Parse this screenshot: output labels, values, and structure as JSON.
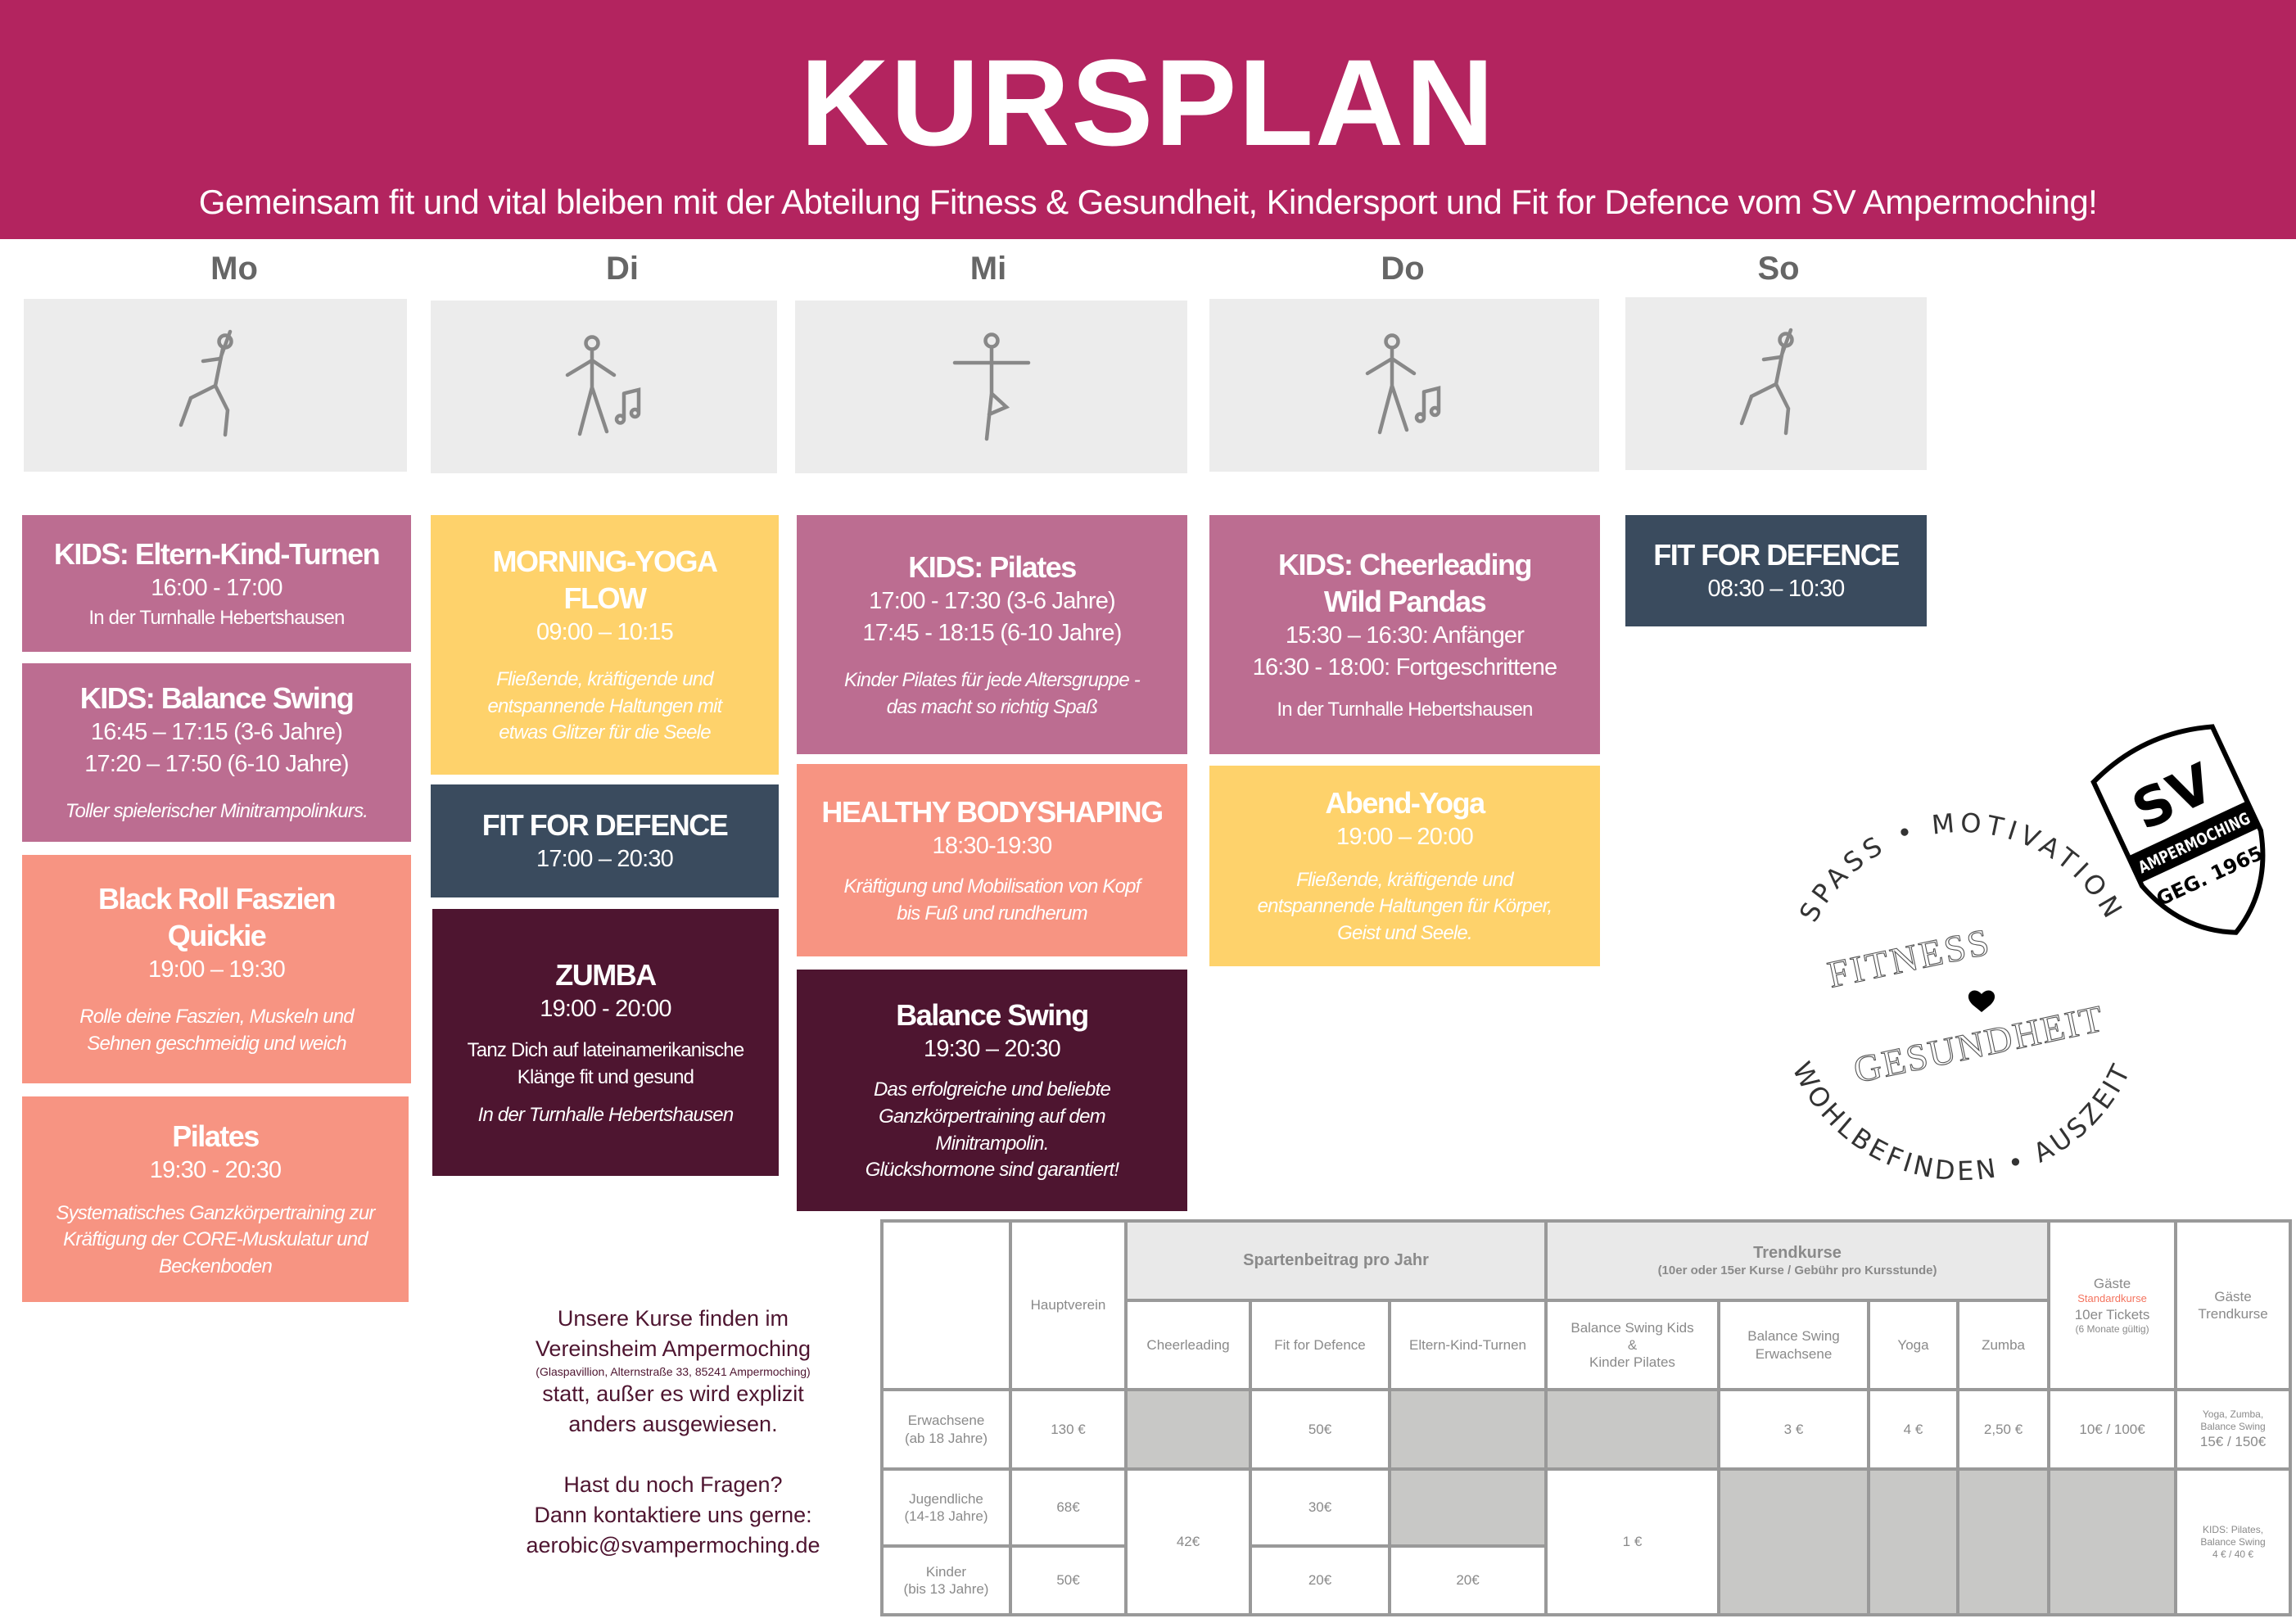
{
  "header": {
    "title": "KURSPLAN",
    "subtitle": "Gemeinsam fit und vital bleiben mit der Abteilung Fitness & Gesundheit, Kindersport und Fit for Defence vom SV Ampermoching!"
  },
  "days": [
    "Mo",
    "Di",
    "Mi",
    "Do",
    "So"
  ],
  "cards": {
    "mo1": {
      "title": "KIDS: Eltern-Kind-Turnen",
      "time": "16:00 - 17:00",
      "loc": "In der Turnhalle Hebertshausen"
    },
    "mo2": {
      "title": "KIDS: Balance Swing",
      "time1": "16:45 – 17:15 (3-6 Jahre)",
      "time2": "17:20 – 17:50 (6-10 Jahre)",
      "desc": "Toller spielerischer Minitrampolinkurs."
    },
    "mo3": {
      "title1": "Black Roll Faszien",
      "title2": "Quickie",
      "time": "19:00 – 19:30",
      "desc1": "Rolle deine Faszien, Muskeln und",
      "desc2": "Sehnen geschmeidig und weich"
    },
    "mo4": {
      "title": "Pilates",
      "time": "19:30 - 20:30",
      "desc1": "Systematisches Ganzkörpertraining zur",
      "desc2": "Kräftigung der CORE-Muskulatur und",
      "desc3": "Beckenboden"
    },
    "di1": {
      "title1": "MORNING-YOGA",
      "title2": "FLOW",
      "time": "09:00 – 10:15",
      "desc1": "Fließende, kräftigende und",
      "desc2": "entspannende Haltungen mit",
      "desc3": "etwas Glitzer für die Seele"
    },
    "di2": {
      "title": "FIT FOR DEFENCE",
      "time": "17:00 – 20:30"
    },
    "di3": {
      "title": "ZUMBA",
      "time": "19:00 - 20:00",
      "info1": "Tanz Dich auf lateinamerikanische",
      "info2": "Klänge fit und gesund",
      "desc": "In der Turnhalle Hebertshausen"
    },
    "mi1": {
      "title": "KIDS: Pilates",
      "time1": "17:00 - 17:30 (3-6 Jahre)",
      "time2": "17:45 - 18:15 (6-10 Jahre)",
      "desc1": "Kinder Pilates für jede Altersgruppe -",
      "desc2": "das macht so richtig Spaß"
    },
    "mi2": {
      "title": "HEALTHY BODYSHAPING",
      "time": "18:30-19:30",
      "desc1": "Kräftigung und Mobilisation von Kopf",
      "desc2": "bis Fuß und rundherum"
    },
    "mi3": {
      "title": "Balance Swing",
      "time": "19:30 – 20:30",
      "desc1": "Das erfolgreiche und beliebte",
      "desc2": "Ganzkörpertraining auf dem",
      "desc3": "Minitrampolin.",
      "desc4": "Glückshormone sind garantiert!"
    },
    "do1": {
      "title1": "KIDS: Cheerleading",
      "title2": "Wild Pandas",
      "time1": "15:30 – 16:30: Anfänger",
      "time2": "16:30 - 18:00: Fortgeschrittene",
      "loc": "In der Turnhalle Hebertshausen"
    },
    "do2": {
      "title": "Abend-Yoga",
      "time": "19:00 – 20:00",
      "desc1": "Fließende, kräftigende und",
      "desc2": "entspannende Haltungen für Körper,",
      "desc3": "Geist und Seele."
    },
    "so1": {
      "title": "FIT FOR DEFENCE",
      "time": "08:30 – 10:30"
    }
  },
  "contact": {
    "l1": "Unsere Kurse finden im",
    "l2": "Vereinsheim Ampermoching",
    "addr": "(Glaspavillion, Alternstraße 33, 85241 Ampermoching)",
    "l3": "statt, außer es wird explizit",
    "l4": "anders ausgewiesen.",
    "q1": "Hast du noch Fragen?",
    "q2": "Dann kontaktiere uns gerne:",
    "email": "aerobic@svampermoching.de"
  },
  "logo": {
    "words": [
      "SPASS",
      "MOTIVATION",
      "FITNESS",
      "GESUNDHEIT",
      "WOHLBEFINDEN",
      "AUSZEIT"
    ],
    "club": "SV",
    "club_name": "AMPERMOCHING",
    "founded": "GEG. 1965"
  },
  "table": {
    "hauptverein": "Hauptverein",
    "sparten": "Spartenbeitrag pro Jahr",
    "trend": "Trendkurse",
    "trend_sub": "(10er oder 15er Kurse / Gebühr pro Kursstunde)",
    "gaeste1": "Gäste",
    "gaeste1_red": "Standardkurse",
    "gaeste1_tickets": "10er Tickets",
    "gaeste1_valid": "(6 Monate gültig)",
    "gaeste2": "Gäste",
    "gaeste2_b": "Trendkurse",
    "cols": [
      "Cheerleading",
      "Fit for Defence",
      "Eltern-Kind-Turnen",
      "Balance Swing Kids",
      "&",
      "Kinder Pilates",
      "Balance Swing",
      "Erwachsene",
      "Yoga",
      "Zumba"
    ],
    "rows": [
      {
        "label": "Erwachsene",
        "sub": "(ab 18 Jahre)",
        "haupt": "130 €",
        "ffd": "50€",
        "bs": "3 €",
        "yoga": "4 €",
        "zumba": "2,50 €",
        "g1": "10€ / 100€",
        "g2a": "Yoga, Zumba,",
        "g2b": "Balance Swing",
        "g2c": "15€ / 150€"
      },
      {
        "label": "Jugendliche",
        "sub": "(14-18 Jahre)",
        "haupt": "68€",
        "cheer": "42€",
        "ffd": "30€",
        "kids": "1 €",
        "g2a": "KIDS: Pilates,",
        "g2b": "Balance Swing",
        "g2c": "4 € / 40 €"
      },
      {
        "label": "Kinder",
        "sub": "(bis 13 Jahre)",
        "haupt": "50€",
        "ffd": "20€",
        "ekt": "20€"
      }
    ]
  },
  "colors": {
    "header": "#b3245f",
    "pink": "#bc6d91",
    "salmon": "#f79482",
    "yellow": "#fed26b",
    "navy": "#3a4b5e",
    "plum": "#4e1530"
  }
}
